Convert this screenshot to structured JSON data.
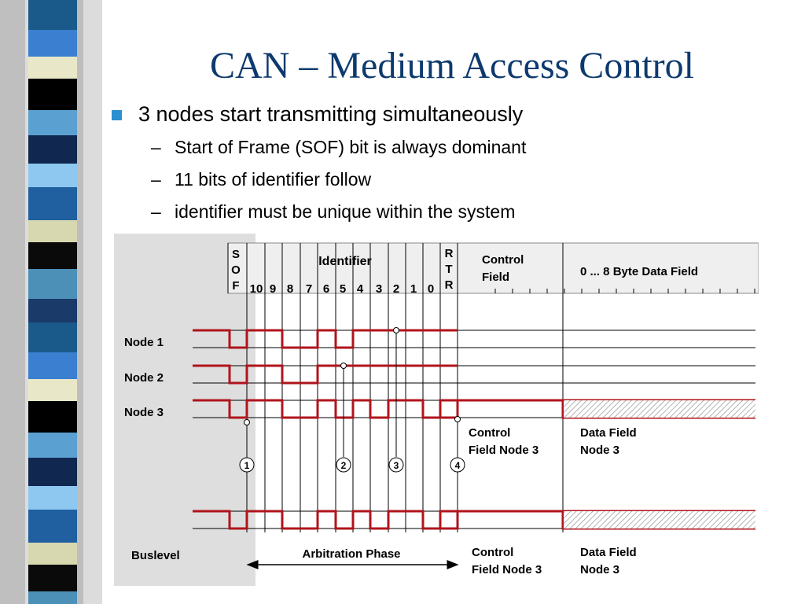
{
  "slide": {
    "title": "CAN – Medium Access Control",
    "bullet": "3 nodes start transmitting simultaneously",
    "subbullets": [
      "Start of Frame (SOF) bit is always dominant",
      "11 bits of identifier follow",
      "identifier must be unique within the system"
    ],
    "dash": "–"
  },
  "diagram": {
    "header": {
      "sof": [
        "S",
        "O",
        "F"
      ],
      "identifier": "Identifier",
      "bits": [
        "10",
        "9",
        "8",
        "7",
        "6",
        "5",
        "4",
        "3",
        "2",
        "1",
        "0"
      ],
      "rtr": [
        "R",
        "T",
        "R"
      ],
      "control": [
        "Control",
        "Field"
      ],
      "data": "0 ... 8 Byte Data Field"
    },
    "nodes": [
      "Node 1",
      "Node 2",
      "Node 3"
    ],
    "buslevel": "Buslevel",
    "markers": [
      "1",
      "2",
      "3",
      "4"
    ],
    "arbitration": "Arbitration Phase",
    "control_node3": [
      "Control",
      "Field Node 3"
    ],
    "data_node3": [
      "Data Field",
      "Node 3"
    ]
  },
  "colors": {
    "title": "#0d3a6e",
    "signal": "#b0141c",
    "bullet": "#2c8fcf"
  }
}
